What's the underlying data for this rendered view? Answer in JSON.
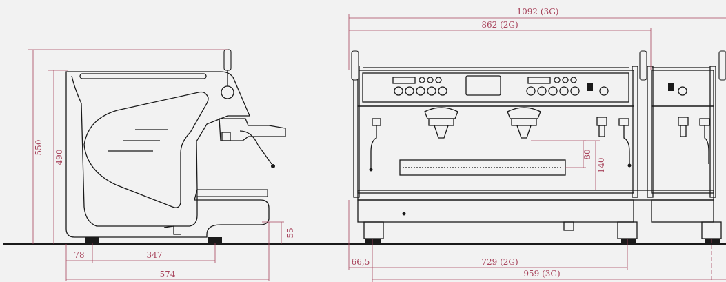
{
  "side_view": {
    "total_height": "550",
    "body_height": "490",
    "feet_height": "55",
    "front_offset": "78",
    "foot_span": "347",
    "total_depth": "574"
  },
  "front_view": {
    "width_3g": "1092 (3G)",
    "width_2g": "862 (2G)",
    "cup_clearance": "80",
    "max_cup_height": "140",
    "side_offset": "66,5",
    "foot_span_2g": "729 (2G)",
    "foot_span_3g": "959 (3G)"
  },
  "colors": {
    "dimension": "#a8445c",
    "ink": "#1a1a1a",
    "background": "#f2f2f2"
  }
}
